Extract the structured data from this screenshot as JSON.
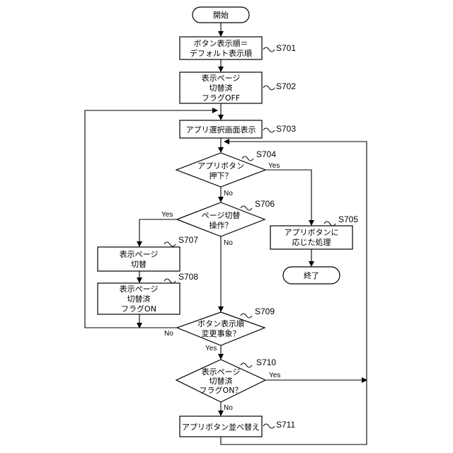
{
  "nodes": {
    "start": {
      "lines": [
        "開始"
      ]
    },
    "s701": {
      "lines": [
        "ボタン表示順＝",
        "デフォルト表示順"
      ],
      "step": "S701"
    },
    "s702": {
      "lines": [
        "表示ページ",
        "切替済",
        "フラグOFF"
      ],
      "step": "S702"
    },
    "s703": {
      "lines": [
        "アプリ選択画面表示"
      ],
      "step": "S703"
    },
    "s704": {
      "lines": [
        "アプリボタン",
        "押下？"
      ],
      "step": "S704"
    },
    "s705": {
      "lines": [
        "アプリボタンに",
        "応じた処理"
      ],
      "step": "S705"
    },
    "end": {
      "lines": [
        "終了"
      ]
    },
    "s706": {
      "lines": [
        "ページ切替",
        "操作？"
      ],
      "step": "S706"
    },
    "s707": {
      "lines": [
        "表示ページ",
        "切替"
      ],
      "step": "S707"
    },
    "s708": {
      "lines": [
        "表示ページ",
        "切替済",
        "フラグON"
      ],
      "step": "S708"
    },
    "s709": {
      "lines": [
        "ボタン表示順",
        "変更事象？"
      ],
      "step": "S709"
    },
    "s710": {
      "lines": [
        "表示ページ",
        "切替済",
        "フラグON？"
      ],
      "step": "S710"
    },
    "s711": {
      "lines": [
        "アプリボタン並べ替え"
      ],
      "step": "S711"
    }
  },
  "branch_labels": {
    "s704_yes": "Yes",
    "s704_no": "No",
    "s706_yes": "Yes",
    "s706_no": "No",
    "s709_yes": "Yes",
    "s709_no": "No",
    "s710_yes": "Yes",
    "s710_no": "No"
  }
}
